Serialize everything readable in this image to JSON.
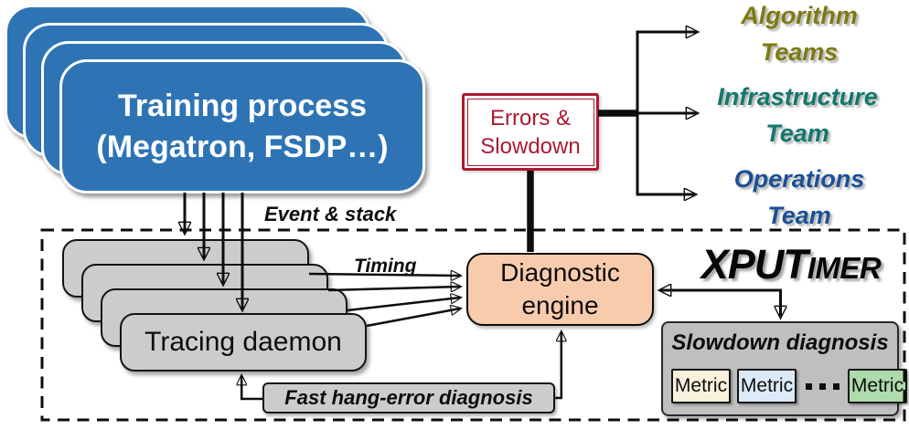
{
  "figure": {
    "training_stack": {
      "line1": "Training process",
      "line2": "(Megatron, FSDP…)",
      "fill_color": "#2E74B5"
    },
    "errors_box": {
      "line1": "Errors &",
      "line2": "Slowdown",
      "accent_color": "#AB1A33"
    },
    "teams": [
      {
        "line1": "Algorithm",
        "line2": "Teams",
        "color": "#7E7A12"
      },
      {
        "line1": "Infrastructure",
        "line2": "Team",
        "color": "#12776E"
      },
      {
        "line1": "Operations",
        "line2": "Team",
        "color": "#1A5096"
      }
    ],
    "annotations": {
      "event_stack": "Event & stack",
      "timing": "Timing"
    },
    "tracing_stack": {
      "label": "Tracing daemon",
      "fill_color": "#CCCCCC"
    },
    "diagnostic_engine": {
      "line1": "Diagnostic",
      "line2": "engine",
      "fill_color": "#F8CBAD"
    },
    "brand": {
      "part1": "XPUT",
      "part2": "IMER"
    },
    "fast_hang_box": {
      "label": "Fast hang-error diagnosis"
    },
    "slowdown_box": {
      "title": "Slowdown diagnosis",
      "ellipsis": "...",
      "metrics": [
        {
          "label": "Metric",
          "fill": "#FAF1DD"
        },
        {
          "label": "Metric",
          "fill": "#DCE9F6"
        },
        {
          "label": "Metric",
          "fill": "#AEDBAB"
        }
      ]
    }
  }
}
